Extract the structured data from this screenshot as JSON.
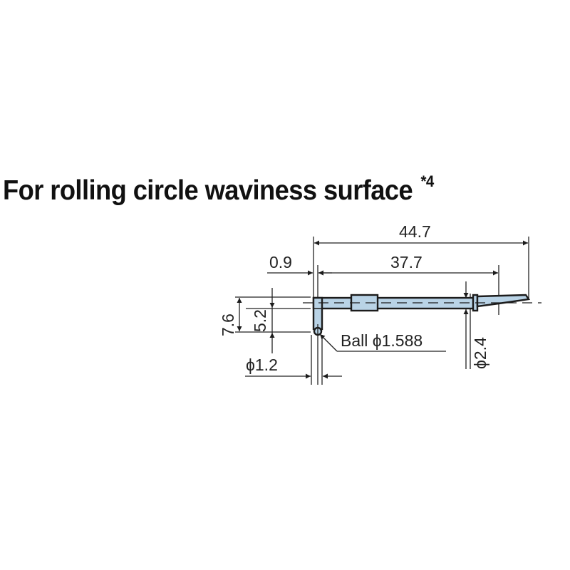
{
  "title": {
    "text": "For rolling circle waviness surface ",
    "footnote": "*4"
  },
  "dimensions": {
    "overall_length": "44.7",
    "shaft_length": "37.7",
    "tip_offset": "0.9",
    "height_total": "7.6",
    "height_tip": "5.2",
    "tip_diameter": "ϕ1.2",
    "ball_label": "Ball ϕ1.588",
    "shaft_diameter": "ϕ2.4"
  },
  "colors": {
    "stylus_fill": "#b9d3e6",
    "line": "#1c1c1c",
    "text": "#111111"
  }
}
